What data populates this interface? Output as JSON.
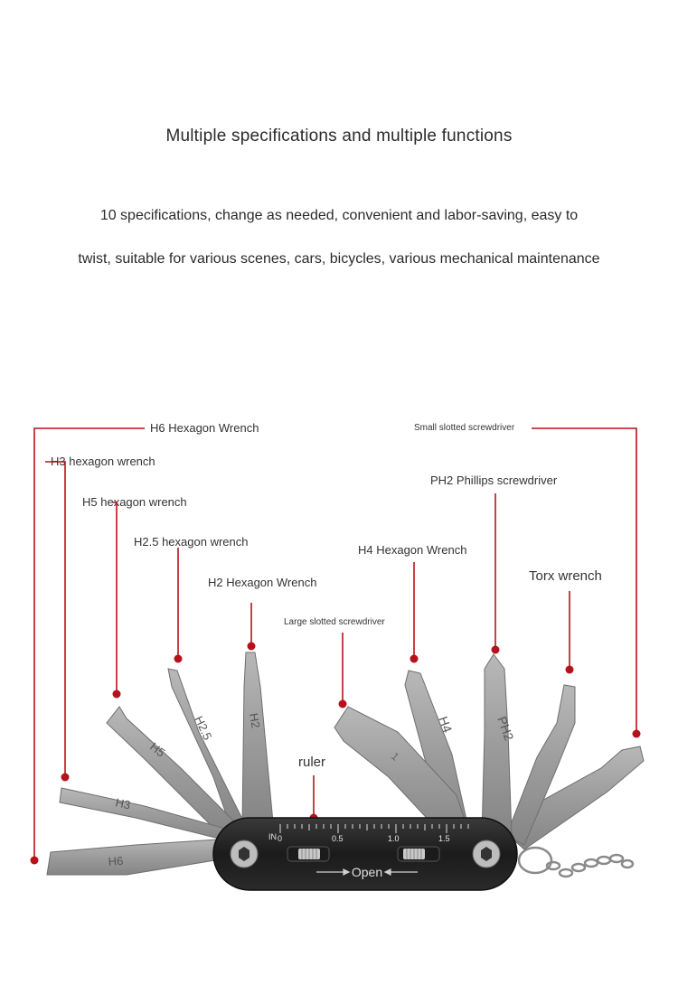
{
  "heading": "Multiple specifications and multiple functions",
  "description": {
    "line1": "10 specifications, change as needed, convenient and labor-saving, easy to",
    "line2": "twist, suitable for various scenes, cars, bicycles, various mechanical maintenance"
  },
  "callouts": {
    "h6": "H6 Hexagon Wrench",
    "h3": "H3 hexagon wrench",
    "h5": "H5 hexagon wrench",
    "h25": "H2.5 hexagon wrench",
    "h2": "H2 Hexagon Wrench",
    "large_slot": "Large slotted screwdriver",
    "h4": "H4 Hexagon Wrench",
    "ph2": "PH2 Phillips screwdriver",
    "small_slot": "Small slotted screwdriver",
    "torx": "Torx wrench",
    "ruler": "ruler"
  },
  "tool_markings": {
    "h6": "H6",
    "h3": "H3",
    "h5": "H5",
    "h25": "H2.5",
    "h2": "H2",
    "slot": "1",
    "h4": "H4",
    "ph2": "PH2",
    "ruler_in": "IN",
    "ruler_0": "0",
    "ruler_05": "0.5",
    "ruler_10": "1.0",
    "ruler_15": "1.5",
    "open": "Open"
  },
  "colors": {
    "callout": "#b5121b",
    "blade": "#9a9a9a",
    "body": "#1c1c1c"
  }
}
